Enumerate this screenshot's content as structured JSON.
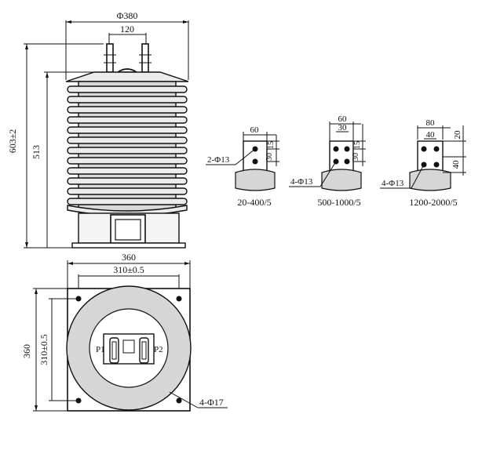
{
  "front_view": {
    "overall_width": "Φ380",
    "terminal_spacing": "120",
    "overall_height": "603±2",
    "insulator_height": "513"
  },
  "bottom_view": {
    "base_width": "360",
    "hole_spacing_x": "310±0.5",
    "base_height": "360",
    "hole_spacing_y": "310±0.5",
    "mount_holes": "4-Φ17",
    "terminal_p1": "P1",
    "terminal_p2": "P2"
  },
  "terminal_details": [
    {
      "ratio": "20-400/5",
      "width": "60",
      "dim_a": "15",
      "dim_b": "30",
      "holes": "2-Φ13"
    },
    {
      "ratio": "500-1000/5",
      "width": "60",
      "inner": "30",
      "dim_a": "15",
      "dim_b": "30",
      "holes": "4-Φ13"
    },
    {
      "ratio": "1200-2000/5",
      "width": "80",
      "inner": "40",
      "dim_a": "20",
      "dim_b": "40",
      "holes": "4-Φ13"
    }
  ]
}
